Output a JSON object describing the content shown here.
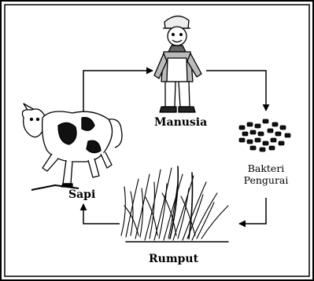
{
  "diagram": {
    "nodes": {
      "human": "Manusia",
      "cow": "Sapi",
      "grass": "Rumput",
      "bacteria_line1": "Bakteri",
      "bacteria_line2": "Pengurai"
    },
    "cycle": [
      "Rumput",
      "Sapi",
      "Manusia",
      "Bakteri Pengurai",
      "Rumput"
    ]
  }
}
